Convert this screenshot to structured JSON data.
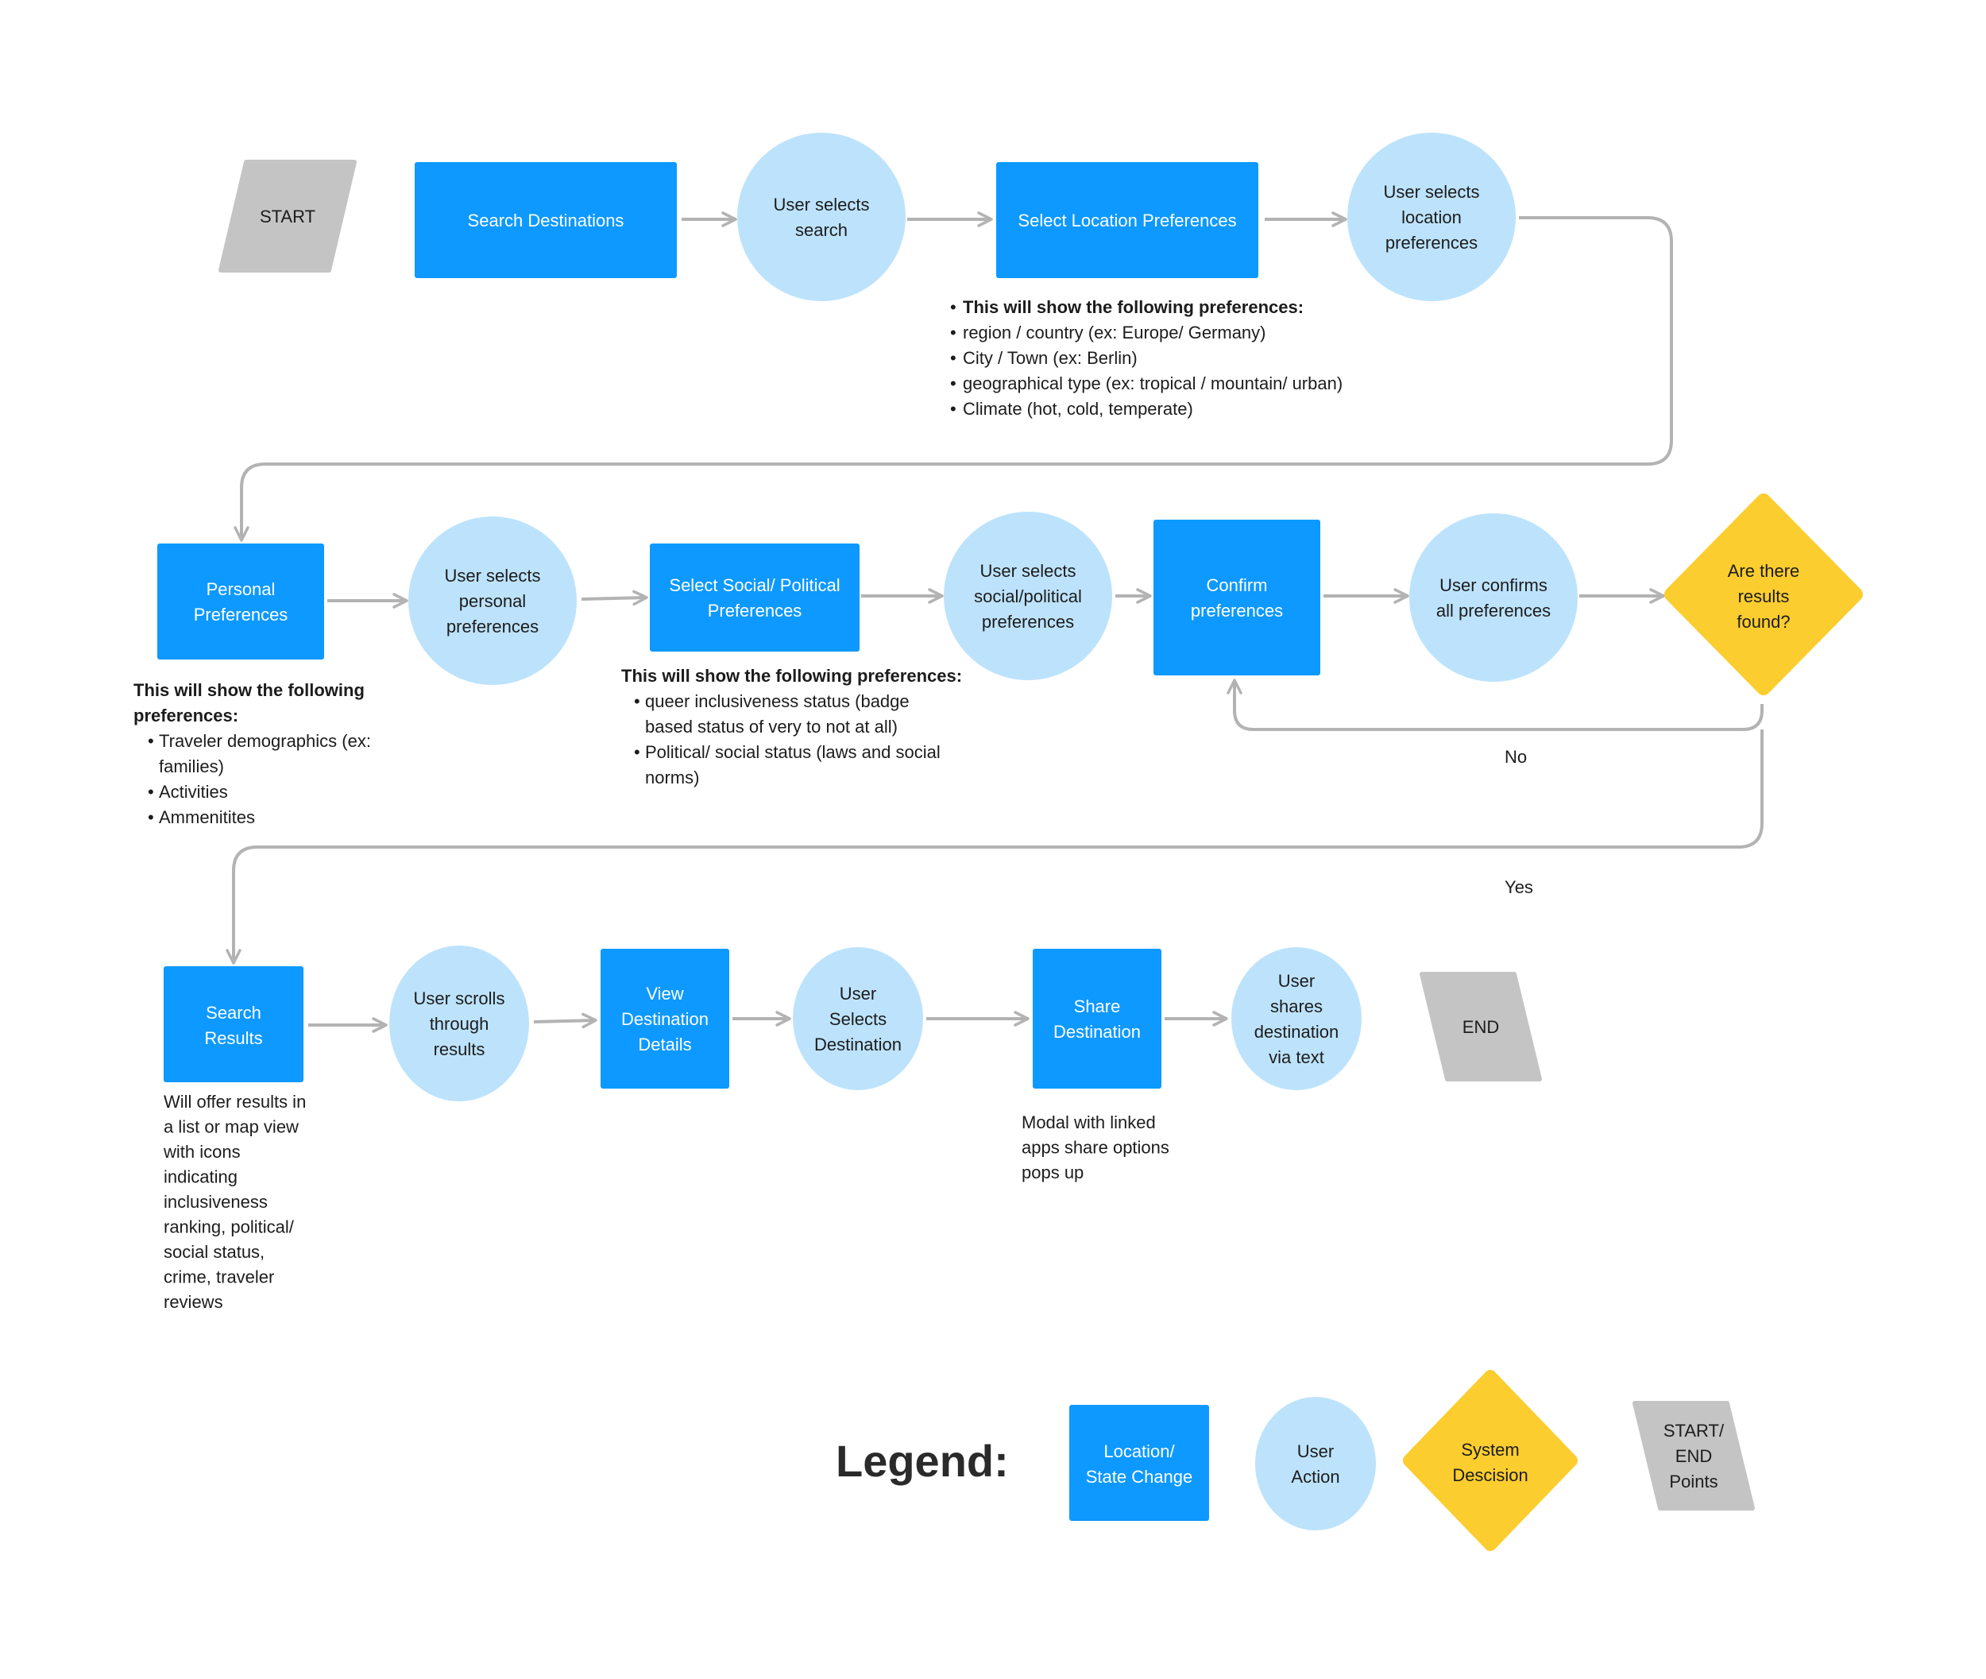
{
  "colors": {
    "location": "#0d99ff",
    "location_text": "#ffffff",
    "action": "#bde3fc",
    "action_text": "#1c1c1c",
    "decision": "#fccd2f",
    "decision_text": "#1c1c1c",
    "terminal": "#c4c4c4",
    "terminal_text": "#1c1c1c",
    "connector": "#b3b3b3"
  },
  "nodes": {
    "start": [
      "START"
    ],
    "search_destinations": [
      "Search Destinations"
    ],
    "user_selects_search": [
      "User selects",
      "search"
    ],
    "select_location_preferences": [
      "Select Location Preferences"
    ],
    "user_selects_location": [
      "User selects",
      "location",
      "preferences"
    ],
    "personal_preferences": [
      "Personal",
      "Preferences"
    ],
    "user_selects_personal": [
      "User selects",
      "personal",
      "preferences"
    ],
    "select_social_political": [
      "Select Social/ Political",
      "Preferences"
    ],
    "user_selects_social": [
      "User selects",
      "social/political",
      "preferences"
    ],
    "confirm_preferences": [
      "Confirm",
      "preferences"
    ],
    "user_confirms_all": [
      "User confirms",
      "all preferences"
    ],
    "are_there_results": [
      "Are there",
      "results",
      "found?"
    ],
    "search_results": [
      "Search",
      "Results"
    ],
    "user_scrolls": [
      "User scrolls",
      "through",
      "results"
    ],
    "view_destination_details": [
      "View",
      "Destination",
      "Details"
    ],
    "user_selects_destination": [
      "User",
      "Selects",
      "Destination"
    ],
    "share_destination": [
      "Share",
      "Destination"
    ],
    "user_shares_destination": [
      "User",
      "shares",
      "destination",
      "via text"
    ],
    "end": [
      "END"
    ]
  },
  "edge_labels": {
    "no": "No",
    "yes": "Yes"
  },
  "notes": {
    "location_note": [
      {
        "text": "This will show the following preferences:",
        "bullet": true,
        "bold": true
      },
      {
        "text": "region / country (ex: Europe/ Germany)",
        "bullet": true,
        "bold": false
      },
      {
        "text": "City / Town (ex: Berlin)",
        "bullet": true,
        "bold": false
      },
      {
        "text": "geographical type  (ex: tropical / mountain/ urban)",
        "bullet": true,
        "bold": false
      },
      {
        "text": "Climate (hot, cold, temperate)",
        "bullet": true,
        "bold": false
      }
    ],
    "personal_note": [
      {
        "text": "This will show the following",
        "bullet": false,
        "bold": true
      },
      {
        "text": "preferences:",
        "bullet": false,
        "bold": true
      },
      {
        "text": "Traveler demographics (ex:",
        "bullet": true,
        "bold": false
      },
      {
        "text": "families)",
        "bullet": false,
        "bold": false,
        "indent": true
      },
      {
        "text": "Activities",
        "bullet": true,
        "bold": false
      },
      {
        "text": "Ammenitites",
        "bullet": true,
        "bold": false
      }
    ],
    "social_note": [
      {
        "text": "This will show the following preferences:",
        "bullet": false,
        "bold": true
      },
      {
        "text": "queer inclusiveness status (badge",
        "bullet": true,
        "bold": false
      },
      {
        "text": "based status of very to not at all)",
        "bullet": false,
        "bold": false,
        "indent": true
      },
      {
        "text": "Political/ social status (laws and social",
        "bullet": true,
        "bold": false
      },
      {
        "text": "norms)",
        "bullet": false,
        "bold": false,
        "indent": true
      }
    ],
    "results_note": [
      {
        "text": "Will offer results in",
        "bullet": false,
        "bold": false
      },
      {
        "text": "a list or map view",
        "bullet": false,
        "bold": false
      },
      {
        "text": "with icons",
        "bullet": false,
        "bold": false
      },
      {
        "text": "indicating",
        "bullet": false,
        "bold": false
      },
      {
        "text": "inclusiveness",
        "bullet": false,
        "bold": false
      },
      {
        "text": "ranking, political/",
        "bullet": false,
        "bold": false
      },
      {
        "text": "social status,",
        "bullet": false,
        "bold": false
      },
      {
        "text": "crime, traveler",
        "bullet": false,
        "bold": false
      },
      {
        "text": "reviews",
        "bullet": false,
        "bold": false
      }
    ],
    "share_note": [
      {
        "text": "Modal with linked",
        "bullet": false,
        "bold": false
      },
      {
        "text": "apps share options",
        "bullet": false,
        "bold": false
      },
      {
        "text": "pops up",
        "bullet": false,
        "bold": false
      }
    ]
  },
  "legend": {
    "title": "Legend:",
    "location": [
      "Location/",
      "State Change"
    ],
    "action": [
      "User",
      "Action"
    ],
    "decision": [
      "System",
      "Descision"
    ],
    "terminal": [
      "START/",
      "END",
      "Points"
    ]
  }
}
